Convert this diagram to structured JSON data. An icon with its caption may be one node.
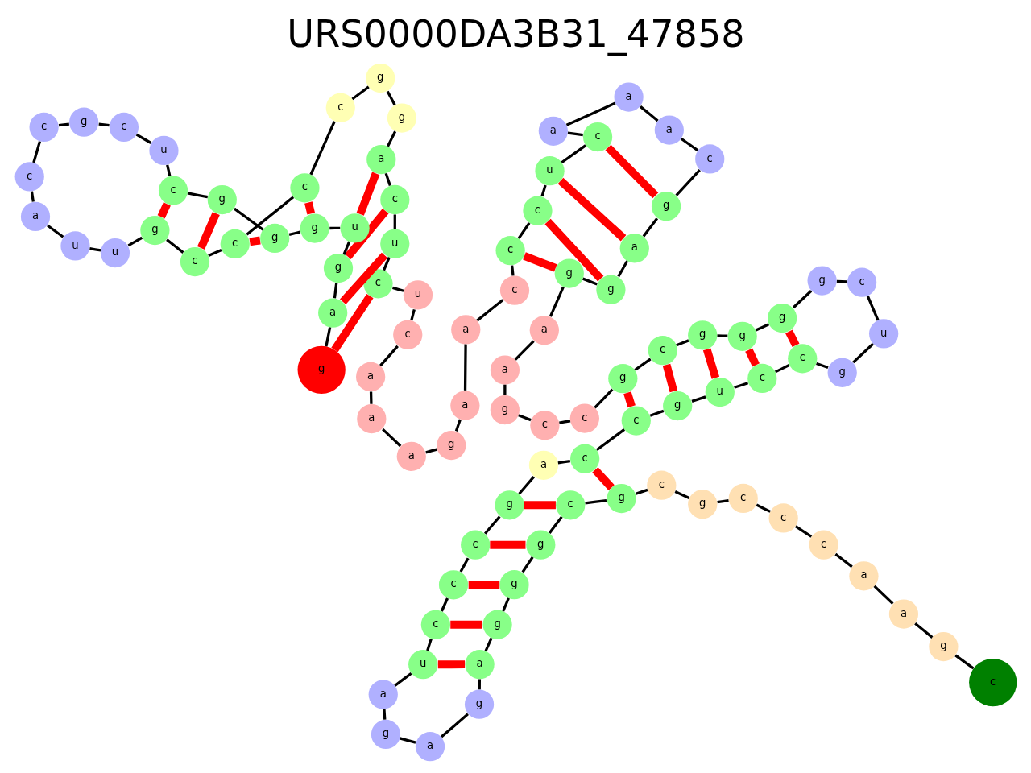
{
  "diagram": {
    "title": "URS0000DA3B31_47858",
    "nodes": [
      {
        "text": [
          "c"
        ]
      },
      {
        "text": [
          "g"
        ]
      },
      {
        "text": [
          "a"
        ]
      },
      {
        "text": [
          "a"
        ]
      },
      {
        "text": [
          "c"
        ]
      },
      {
        "text": [
          "c"
        ]
      },
      {
        "text": [
          "c"
        ]
      },
      {
        "text": [
          "g"
        ]
      },
      {
        "text": [
          "c"
        ]
      },
      {
        "text": [
          "g"
        ]
      },
      {
        "text": [
          "c"
        ]
      },
      {
        "text": [
          "g"
        ]
      },
      {
        "text": [
          "g"
        ]
      },
      {
        "text": [
          "g"
        ]
      },
      {
        "text": [
          "a"
        ]
      },
      {
        "text": [
          "g"
        ]
      },
      {
        "text": [
          "a"
        ]
      },
      {
        "text": [
          "g"
        ]
      },
      {
        "text": [
          "a"
        ]
      },
      {
        "text": [
          "u"
        ]
      },
      {
        "text": [
          "c"
        ]
      },
      {
        "text": [
          "c"
        ]
      },
      {
        "text": [
          "c"
        ]
      },
      {
        "text": [
          "g"
        ]
      },
      {
        "text": [
          "a"
        ]
      },
      {
        "text": [
          "c"
        ]
      },
      {
        "text": [
          "c"
        ]
      },
      {
        "text": [
          "g"
        ]
      },
      {
        "text": [
          "u"
        ]
      },
      {
        "text": [
          "c"
        ]
      },
      {
        "text": [
          "c"
        ]
      },
      {
        "text": [
          "g"
        ]
      },
      {
        "text": [
          "u"
        ]
      },
      {
        "text": [
          "c"
        ]
      },
      {
        "text": [
          "g"
        ]
      },
      {
        "text": [
          "g"
        ]
      },
      {
        "text": [
          "g"
        ]
      },
      {
        "text": [
          "g"
        ]
      },
      {
        "text": [
          "c"
        ]
      },
      {
        "text": [
          "g"
        ]
      },
      {
        "text": [
          "c"
        ]
      },
      {
        "text": [
          "c"
        ]
      },
      {
        "text": [
          "g"
        ]
      },
      {
        "text": [
          "a"
        ]
      },
      {
        "text": [
          "a"
        ]
      },
      {
        "text": [
          "g"
        ]
      },
      {
        "text": [
          "g"
        ]
      },
      {
        "text": [
          "a"
        ]
      },
      {
        "text": [
          "g"
        ]
      },
      {
        "text": [
          "c"
        ]
      },
      {
        "text": [
          "a"
        ]
      },
      {
        "text": [
          "a"
        ]
      },
      {
        "text": [
          "a"
        ]
      },
      {
        "text": [
          "c"
        ]
      },
      {
        "text": [
          "u"
        ]
      },
      {
        "text": [
          "c"
        ]
      },
      {
        "text": [
          "c"
        ]
      },
      {
        "text": [
          "c"
        ]
      },
      {
        "text": [
          "a"
        ]
      },
      {
        "text": [
          "a"
        ]
      },
      {
        "text": [
          "g"
        ]
      },
      {
        "text": [
          "a"
        ]
      },
      {
        "text": [
          "a"
        ]
      },
      {
        "text": [
          "a"
        ]
      },
      {
        "text": [
          "c"
        ]
      },
      {
        "text": [
          "u"
        ]
      },
      {
        "text": [
          "c"
        ]
      },
      {
        "text": [
          "u"
        ]
      },
      {
        "text": [
          "c"
        ]
      },
      {
        "text": [
          "a"
        ]
      },
      {
        "text": [
          "g"
        ]
      },
      {
        "text": [
          "g"
        ]
      },
      {
        "text": [
          "c"
        ]
      },
      {
        "text": [
          "c"
        ]
      },
      {
        "text": [
          "c"
        ]
      },
      {
        "text": [
          "c"
        ]
      },
      {
        "text": [
          "g"
        ]
      },
      {
        "text": [
          "u"
        ]
      },
      {
        "text": [
          "u"
        ]
      },
      {
        "text": [
          "a"
        ]
      },
      {
        "text": [
          "c"
        ]
      },
      {
        "text": [
          "c"
        ]
      },
      {
        "text": [
          "g"
        ]
      },
      {
        "text": [
          "c"
        ]
      },
      {
        "text": [
          "u"
        ]
      },
      {
        "text": [
          "c"
        ]
      },
      {
        "text": [
          "g"
        ]
      },
      {
        "text": [
          "g"
        ]
      },
      {
        "text": [
          "g"
        ]
      },
      {
        "text": [
          "u"
        ]
      },
      {
        "text": [
          "g"
        ]
      },
      {
        "text": [
          "a"
        ]
      },
      {
        "text": [
          "g"
        ]
      }
    ],
    "edges": [
      {
        "from": 0,
        "to": 1,
        "arrow": "none"
      },
      {
        "from": 1,
        "to": 2,
        "arrow": "none"
      },
      {
        "from": 2,
        "to": 3,
        "arrow": "none"
      },
      {
        "from": 3,
        "to": 4,
        "arrow": "none"
      },
      {
        "from": 4,
        "to": 5,
        "arrow": "none"
      },
      {
        "from": 5,
        "to": 6,
        "arrow": "none"
      },
      {
        "from": 6,
        "to": 7,
        "arrow": "none"
      },
      {
        "from": 7,
        "to": 8,
        "arrow": "none"
      },
      {
        "from": 8,
        "to": 9,
        "arrow": "none"
      },
      {
        "from": 9,
        "to": 10,
        "arrow": "none"
      },
      {
        "from": 10,
        "to": 11,
        "arrow": "none"
      },
      {
        "from": 11,
        "to": 12,
        "arrow": "none"
      },
      {
        "from": 12,
        "to": 13,
        "arrow": "none"
      },
      {
        "from": 13,
        "to": 14,
        "arrow": "none"
      },
      {
        "from": 14,
        "to": 15,
        "arrow": "none"
      },
      {
        "from": 15,
        "to": 16,
        "arrow": "none"
      },
      {
        "from": 16,
        "to": 17,
        "arrow": "none"
      },
      {
        "from": 17,
        "to": 18,
        "arrow": "none"
      },
      {
        "from": 18,
        "to": 19,
        "arrow": "none"
      },
      {
        "from": 19,
        "to": 20,
        "arrow": "none"
      },
      {
        "from": 20,
        "to": 21,
        "arrow": "none"
      },
      {
        "from": 21,
        "to": 22,
        "arrow": "none"
      },
      {
        "from": 22,
        "to": 23,
        "arrow": "none"
      },
      {
        "from": 23,
        "to": 24,
        "arrow": "none"
      },
      {
        "from": 24,
        "to": 25,
        "arrow": "none"
      },
      {
        "from": 25,
        "to": 26,
        "arrow": "none"
      },
      {
        "from": 26,
        "to": 27,
        "arrow": "none"
      },
      {
        "from": 27,
        "to": 28,
        "arrow": "none"
      },
      {
        "from": 28,
        "to": 29,
        "arrow": "none"
      },
      {
        "from": 29,
        "to": 30,
        "arrow": "none"
      },
      {
        "from": 30,
        "to": 31,
        "arrow": "none"
      },
      {
        "from": 31,
        "to": 32,
        "arrow": "none"
      },
      {
        "from": 32,
        "to": 33,
        "arrow": "none"
      },
      {
        "from": 33,
        "to": 34,
        "arrow": "none"
      },
      {
        "from": 34,
        "to": 35,
        "arrow": "none"
      },
      {
        "from": 35,
        "to": 36,
        "arrow": "none"
      },
      {
        "from": 36,
        "to": 37,
        "arrow": "none"
      },
      {
        "from": 37,
        "to": 38,
        "arrow": "none"
      },
      {
        "from": 38,
        "to": 39,
        "arrow": "none"
      },
      {
        "from": 39,
        "to": 40,
        "arrow": "none"
      },
      {
        "from": 40,
        "to": 41,
        "arrow": "none"
      },
      {
        "from": 41,
        "to": 42,
        "arrow": "none"
      },
      {
        "from": 42,
        "to": 43,
        "arrow": "none"
      },
      {
        "from": 43,
        "to": 44,
        "arrow": "none"
      },
      {
        "from": 44,
        "to": 45,
        "arrow": "none"
      },
      {
        "from": 45,
        "to": 46,
        "arrow": "none"
      },
      {
        "from": 46,
        "to": 47,
        "arrow": "none"
      },
      {
        "from": 47,
        "to": 48,
        "arrow": "none"
      },
      {
        "from": 48,
        "to": 49,
        "arrow": "none"
      },
      {
        "from": 49,
        "to": 50,
        "arrow": "none"
      },
      {
        "from": 50,
        "to": 51,
        "arrow": "none"
      },
      {
        "from": 51,
        "to": 52,
        "arrow": "none"
      },
      {
        "from": 52,
        "to": 53,
        "arrow": "none"
      },
      {
        "from": 53,
        "to": 54,
        "arrow": "none"
      },
      {
        "from": 54,
        "to": 55,
        "arrow": "none"
      },
      {
        "from": 55,
        "to": 56,
        "arrow": "none"
      },
      {
        "from": 56,
        "to": 57,
        "arrow": "none"
      },
      {
        "from": 57,
        "to": 58,
        "arrow": "none"
      },
      {
        "from": 58,
        "to": 59,
        "arrow": "none"
      },
      {
        "from": 59,
        "to": 60,
        "arrow": "none"
      },
      {
        "from": 60,
        "to": 61,
        "arrow": "none"
      },
      {
        "from": 61,
        "to": 62,
        "arrow": "none"
      },
      {
        "from": 62,
        "to": 63,
        "arrow": "none"
      },
      {
        "from": 63,
        "to": 64,
        "arrow": "none"
      },
      {
        "from": 64,
        "to": 65,
        "arrow": "none"
      },
      {
        "from": 65,
        "to": 66,
        "arrow": "none"
      },
      {
        "from": 66,
        "to": 67,
        "arrow": "none"
      },
      {
        "from": 67,
        "to": 68,
        "arrow": "none"
      },
      {
        "from": 68,
        "to": 69,
        "arrow": "none"
      },
      {
        "from": 69,
        "to": 70,
        "arrow": "none"
      },
      {
        "from": 70,
        "to": 71,
        "arrow": "none"
      },
      {
        "from": 71,
        "to": 72,
        "arrow": "none"
      },
      {
        "from": 72,
        "to": 73,
        "arrow": "none"
      },
      {
        "from": 73,
        "to": 74,
        "arrow": "none"
      },
      {
        "from": 74,
        "to": 75,
        "arrow": "none"
      },
      {
        "from": 75,
        "to": 76,
        "arrow": "none"
      },
      {
        "from": 76,
        "to": 77,
        "arrow": "none"
      },
      {
        "from": 77,
        "to": 78,
        "arrow": "none"
      },
      {
        "from": 78,
        "to": 79,
        "arrow": "none"
      },
      {
        "from": 79,
        "to": 80,
        "arrow": "none"
      },
      {
        "from": 80,
        "to": 81,
        "arrow": "none"
      },
      {
        "from": 81,
        "to": 82,
        "arrow": "none"
      },
      {
        "from": 82,
        "to": 83,
        "arrow": "none"
      },
      {
        "from": 83,
        "to": 84,
        "arrow": "none"
      },
      {
        "from": 84,
        "to": 85,
        "arrow": "none"
      },
      {
        "from": 85,
        "to": 86,
        "arrow": "none"
      },
      {
        "from": 86,
        "to": 87,
        "arrow": "none"
      },
      {
        "from": 87,
        "to": 88,
        "arrow": "none"
      },
      {
        "from": 88,
        "to": 89,
        "arrow": "none"
      },
      {
        "from": 89,
        "to": 90,
        "arrow": "none"
      },
      {
        "from": 90,
        "to": 91,
        "arrow": "none"
      },
      {
        "from": 91,
        "to": 92,
        "arrow": "none"
      },
      {
        "from": 9,
        "to": 25,
        "arrow": "none",
        "style": "thick",
        "color": "#ff0000"
      },
      {
        "from": 10,
        "to": 23,
        "arrow": "none",
        "style": "thick",
        "color": "#ff0000"
      },
      {
        "from": 11,
        "to": 22,
        "arrow": "none",
        "style": "thick",
        "color": "#ff0000"
      },
      {
        "from": 12,
        "to": 21,
        "arrow": "none",
        "style": "thick",
        "color": "#ff0000"
      },
      {
        "from": 13,
        "to": 20,
        "arrow": "none",
        "style": "thick",
        "color": "#ff0000"
      },
      {
        "from": 14,
        "to": 19,
        "arrow": "none",
        "style": "thick",
        "color": "#ff0000"
      },
      {
        "from": 26,
        "to": 39,
        "arrow": "none",
        "style": "thick",
        "color": "#ff0000"
      },
      {
        "from": 27,
        "to": 38,
        "arrow": "none",
        "style": "thick",
        "color": "#ff0000"
      },
      {
        "from": 28,
        "to": 37,
        "arrow": "none",
        "style": "thick",
        "color": "#ff0000"
      },
      {
        "from": 29,
        "to": 36,
        "arrow": "none",
        "style": "thick",
        "color": "#ff0000"
      },
      {
        "from": 30,
        "to": 35,
        "arrow": "none",
        "style": "thick",
        "color": "#ff0000"
      },
      {
        "from": 45,
        "to": 56,
        "arrow": "none",
        "style": "thick",
        "color": "#ff0000"
      },
      {
        "from": 46,
        "to": 55,
        "arrow": "none",
        "style": "thick",
        "color": "#ff0000"
      },
      {
        "from": 47,
        "to": 54,
        "arrow": "none",
        "style": "thick",
        "color": "#ff0000"
      },
      {
        "from": 48,
        "to": 53,
        "arrow": "none",
        "style": "thick",
        "color": "#ff0000"
      },
      {
        "from": 66,
        "to": 92,
        "arrow": "none",
        "style": "thick",
        "color": "#ff0000"
      },
      {
        "from": 67,
        "to": 91,
        "arrow": "none",
        "style": "thick",
        "color": "#ff0000"
      },
      {
        "from": 68,
        "to": 90,
        "arrow": "none",
        "style": "thick",
        "color": "#ff0000"
      },
      {
        "from": 69,
        "to": 89,
        "arrow": "none",
        "style": "thick",
        "color": "#ff0000"
      },
      {
        "from": 73,
        "to": 88,
        "arrow": "none",
        "style": "thick",
        "color": "#ff0000"
      },
      {
        "from": 74,
        "to": 87,
        "arrow": "none",
        "style": "thick",
        "color": "#ff0000"
      },
      {
        "from": 75,
        "to": 86,
        "arrow": "none",
        "style": "thick",
        "color": "#ff0000"
      },
      {
        "from": 76,
        "to": 85,
        "arrow": "none",
        "style": "thick",
        "color": "#ff0000"
      }
    ]
  }
}
